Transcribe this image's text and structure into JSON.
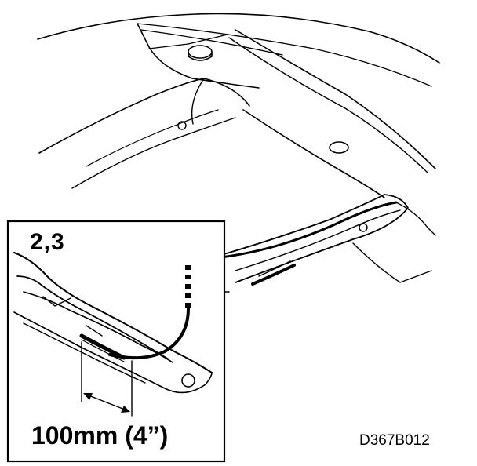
{
  "inset": {
    "step_label": "2,3",
    "dimension_label": "100mm (4”)"
  },
  "figure_code": "D367B012"
}
